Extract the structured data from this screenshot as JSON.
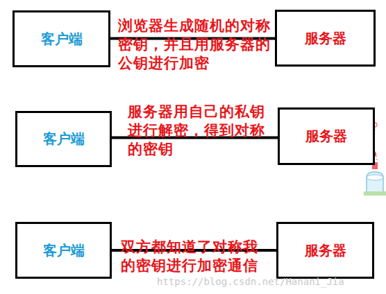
{
  "diagram": {
    "nodes": [
      {
        "text": [
          "客户端"
        ]
      },
      {
        "text": [
          "服务器"
        ]
      },
      {
        "text": [
          "客户端"
        ]
      },
      {
        "text": [
          "服务器"
        ]
      },
      {
        "text": [
          "客户端"
        ]
      },
      {
        "text": [
          "服务器"
        ]
      }
    ],
    "edges": [
      {
        "from": 0,
        "to": 1,
        "arrow": "none",
        "label": "浏览器生成随机的对称密钥，并且用服务器的公钥进行加密"
      },
      {
        "from": 2,
        "to": 3,
        "arrow": "none",
        "label": "服务器用自己的私钥进行解密，得到对称的密钥"
      },
      {
        "from": 4,
        "to": 5,
        "arrow": "none",
        "label": "双方都知道了对称我的密钥进行加密通信"
      }
    ],
    "labels": [
      "https://blog.csdn.net/Hanani_Jia"
    ]
  }
}
